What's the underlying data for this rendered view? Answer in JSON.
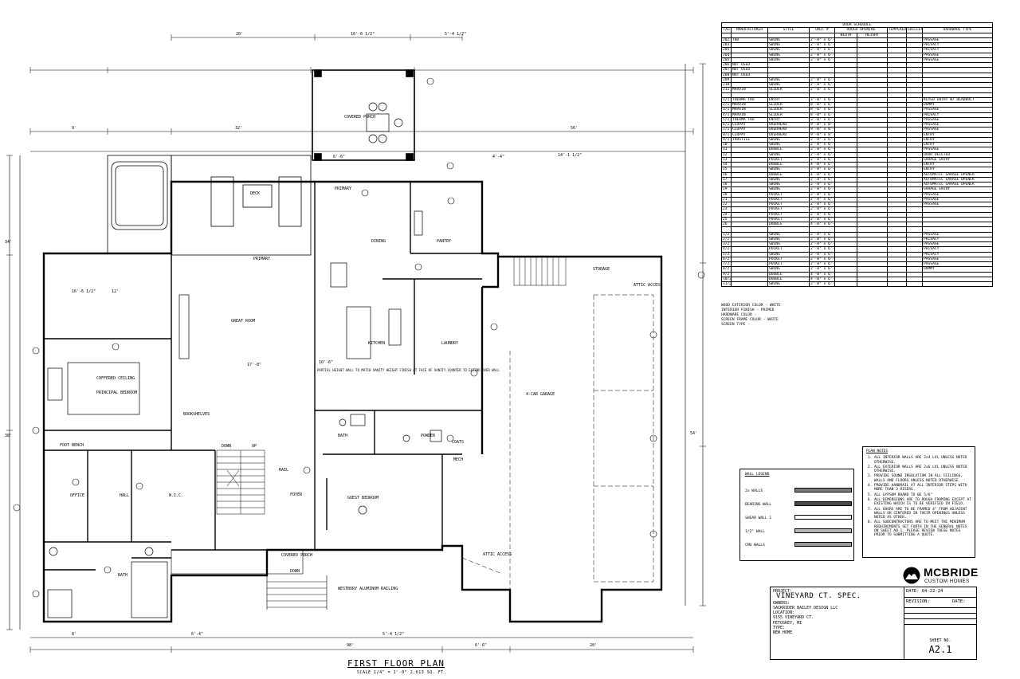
{
  "drawing": {
    "title": "FIRST FLOOR PLAN",
    "scale": "SCALE 1/4\" = 1'-0\"    2,613 SQ. FT."
  },
  "rooms": {
    "covered_porch_top": "COVERED PORCH",
    "deck": "DECK",
    "primary_top": "PRIMARY",
    "primary_mid": "PRIMARY",
    "dining": "DINING",
    "pantry": "PANTRY",
    "great_room": "GREAT ROOM",
    "kitchen": "KITCHEN",
    "laundry": "LAUNDRY",
    "storage": "STORAGE",
    "attic_access_1": "ATTIC ACCESS",
    "coffered_ceiling": "COFFERED CEILING",
    "principal_bedroom": "PRINCIPAL BEDROOM",
    "bookshelves": "BOOKSHELVES",
    "partial_wall_note": "PARTIAL HEIGHT WALL TO MATCH VANITY HEIGHT FINISH AT FACE OF VANITY COUNTER TO EXTEND OVER WALL",
    "garage": "4-CAR GARAGE",
    "foot_bench": "FOOT BENCH",
    "down_1": "DOWN",
    "up": "UP",
    "rail": "RAIL",
    "office": "OFFICE",
    "hall": "HALL",
    "wic": "W.I.C.",
    "foyer": "FOYER",
    "guest_bedroom": "GUEST BEDROOM",
    "bath_small": "BATH",
    "powder": "POWDER",
    "coats": "COATS",
    "mech": "MECH",
    "covered_porch_bottom": "COVERED PORCH",
    "down_2": "DOWN",
    "westbury": "WESTBURY ALUMINUM RAILING",
    "bath_bottom": "BATH",
    "attic_access_2": "ATTIC ACCESS"
  },
  "dimensions": {
    "top_20": "20'",
    "top_16": "16'-6 1/2\"",
    "top_5": "5'-4 1/2\"",
    "mid_9": "9'",
    "mid_32": "32'",
    "mid_14": "14'-1 1/2\"",
    "mid_56": "56'",
    "deck_6": "6'-6\"",
    "deck_4": "4'-4\"",
    "gr_17": "17'-8\"",
    "gr_10": "10'-6\"",
    "left_16": "16'-6 1/2\"",
    "left_12": "12'",
    "bot_98": "98'",
    "bot_8": "8'",
    "bot_6a": "6'-4\"",
    "bot_5": "5'-4 1/2\"",
    "bot_6b": "6'-6\"",
    "bot_28": "28'",
    "side_34": "34'",
    "side_38": "38'",
    "side_54": "54'"
  },
  "door_schedule": {
    "title": "DOOR SCHEDULE",
    "headers": {
      "tag": "TAG",
      "manufacturer": "MANUFACTURER",
      "style": "STYLE",
      "unit": "UNIT #",
      "rough_opening": "ROUGH OPENING",
      "width": "WIDTH",
      "height": "HEIGHT",
      "tempered": "TEMPERED",
      "grilles": "GRILLES",
      "hardware": "HARDWARE TYPE"
    },
    "rows": [
      {
        "tag": "202",
        "mfr": "TBD",
        "style": "SWING",
        "unit": "2'-8\" x 6'-8\"",
        "hw": "PASSAGE"
      },
      {
        "tag": "203",
        "mfr": "",
        "style": "SWING",
        "unit": "2'-8\" x 6'-8\"",
        "hw": "PRIVACY"
      },
      {
        "tag": "205",
        "mfr": "",
        "style": "SWING",
        "unit": "2'-8\" x 6'-8\"",
        "hw": "PRIVACY"
      },
      {
        "tag": "204",
        "mfr": "",
        "style": "SWING",
        "unit": "2'-8\" x 6'-8\"",
        "hw": "PASSAGE"
      },
      {
        "tag": "205",
        "mfr": "",
        "style": "SWING",
        "unit": "2'-8\" x 6'-8\"",
        "hw": "PASSAGE"
      },
      {
        "tag": "206",
        "mfr": "NOT USED",
        "style": "",
        "unit": "",
        "hw": ""
      },
      {
        "tag": "207",
        "mfr": "NOT USED",
        "style": "",
        "unit": "",
        "hw": ""
      },
      {
        "tag": "208",
        "mfr": "NOT USED",
        "style": "",
        "unit": "",
        "hw": ""
      },
      {
        "tag": "209",
        "mfr": "",
        "style": "SWING",
        "unit": "2'-8\" x 6'-8\"",
        "hw": ""
      },
      {
        "tag": "210",
        "mfr": "",
        "style": "SWING",
        "unit": "2'-8\" x 6'-8\"",
        "hw": ""
      },
      {
        "tag": "211",
        "mfr": "MARVIN",
        "style": "SLIDER",
        "unit": "2'-0\" x 6'-8\"",
        "hw": ""
      },
      {
        "tag": "",
        "mfr": "",
        "style": "",
        "unit": "",
        "hw": ""
      },
      {
        "tag": "1/1",
        "mfr": "THERMA TRU",
        "style": "ENTRY",
        "unit": "3'-0\" x 6'-8\"",
        "hw": "KEYED ENTRY W/ DEADBOLT"
      },
      {
        "tag": "2/1",
        "mfr": "MARVIN",
        "style": "SLIDER",
        "unit": "8'-0\" x 6'-8\"",
        "hw": "DUMMY"
      },
      {
        "tag": "3/1",
        "mfr": "MARVIN",
        "style": "SLIDER",
        "unit": "8'-0\" x 6'-8\"",
        "hw": "PASSAGE"
      },
      {
        "tag": "4/1",
        "mfr": "MARVIN",
        "style": "SLIDER",
        "unit": "8'-0\" x 6'-8\"",
        "hw": "PRIVACY"
      },
      {
        "tag": "5/1",
        "mfr": "THERMA TRU",
        "style": "ENTRY",
        "unit": "3'-0\" x 6'-8\"",
        "hw": "PASSAGE"
      },
      {
        "tag": "6/1",
        "mfr": "CLOPAY",
        "style": "OVERHEAD",
        "unit": "9'-0\" x 8'-0\"",
        "hw": "PASSAGE"
      },
      {
        "tag": "7/1",
        "mfr": "CLOPAY",
        "style": "OVERHEAD",
        "unit": "9'-0\" x 8'-0\"",
        "hw": "PASSAGE"
      },
      {
        "tag": "8/1",
        "mfr": "CLOPAY",
        "style": "OVERHEAD",
        "unit": "9'-0\" x 8'-0\"",
        "hw": "ENTRY"
      },
      {
        "tag": "9/1",
        "mfr": "TRUSTILE",
        "style": "SWING",
        "unit": "2'-8\" x 6'-8\"",
        "hw": "ENTRY"
      },
      {
        "tag": "10",
        "mfr": "",
        "style": "SWING",
        "unit": "2'-8\" x 6'-8\"",
        "hw": "ENTRY"
      },
      {
        "tag": "11",
        "mfr": "",
        "style": "DOUBLE",
        "unit": "2'-8\" x 6'-8\"",
        "hw": "PASSAGE"
      },
      {
        "tag": "12",
        "mfr": "",
        "style": "SWING",
        "unit": "2'-8\" x 6'-8\"",
        "hw": "DOOR DELETED"
      },
      {
        "tag": "13",
        "mfr": "",
        "style": "POCKET",
        "unit": "2'-8\" x 6'-8\"",
        "hw": "GARAGE ENTRY"
      },
      {
        "tag": "14",
        "mfr": "",
        "style": "DOUBLE",
        "unit": "4'-0\" x 6'-8\"",
        "hw": "ENTRY"
      },
      {
        "tag": "15",
        "mfr": "",
        "style": "SWING",
        "unit": "2'-8\" x 6'-8\"",
        "hw": "ENTRY"
      },
      {
        "tag": "16",
        "mfr": "",
        "style": "DOUBLE",
        "unit": "4'-0\" x 6'-8\"",
        "hw": "AUTOMATIC GARAGE OPENER"
      },
      {
        "tag": "17",
        "mfr": "",
        "style": "SWING",
        "unit": "2'-8\" x 6'-8\"",
        "hw": "AUTOMATIC GARAGE OPENER"
      },
      {
        "tag": "18",
        "mfr": "",
        "style": "SWING",
        "unit": "2'-8\" x 6'-8\"",
        "hw": "AUTOMATIC GARAGE OPENER"
      },
      {
        "tag": "19",
        "mfr": "",
        "style": "SWING",
        "unit": "2'-8\" x 6'-8\"",
        "hw": "GARAGE ENTRY"
      },
      {
        "tag": "20",
        "mfr": "",
        "style": "POCKET",
        "unit": "2'-8\" x 6'-8\"",
        "hw": "PASSAGE"
      },
      {
        "tag": "21",
        "mfr": "",
        "style": "POCKET",
        "unit": "2'-8\" x 6'-8\"",
        "hw": "PASSAGE"
      },
      {
        "tag": "22",
        "mfr": "",
        "style": "POCKET",
        "unit": "2'-8\" x 6'-8\"",
        "hw": "PASSAGE"
      },
      {
        "tag": "23",
        "mfr": "",
        "style": "POCKET",
        "unit": "2'-8\" x 6'-8\"",
        "hw": ""
      },
      {
        "tag": "24",
        "mfr": "",
        "style": "POCKET",
        "unit": "2'-8\" x 6'-8\"",
        "hw": ""
      },
      {
        "tag": "25",
        "mfr": "",
        "style": "POCKET",
        "unit": "2'-8\" x 6'-8\"",
        "hw": ""
      },
      {
        "tag": "26",
        "mfr": "",
        "style": "DOUBLE",
        "unit": "4'-0\" x 6'-8\"",
        "hw": ""
      },
      {
        "tag": "",
        "mfr": "",
        "style": "",
        "unit": "",
        "hw": ""
      },
      {
        "tag": "1/2",
        "mfr": "",
        "style": "SWING",
        "unit": "2'-8\" x 6'-8\"",
        "hw": "PASSAGE"
      },
      {
        "tag": "2/2",
        "mfr": "",
        "style": "SWING",
        "unit": "2'-8\" x 6'-8\"",
        "hw": "PRIVACY"
      },
      {
        "tag": "3/2",
        "mfr": "",
        "style": "SWING",
        "unit": "2'-8\" x 6'-8\"",
        "hw": "PASSAGE"
      },
      {
        "tag": "4/2",
        "mfr": "",
        "style": "POCKET",
        "unit": "2'-8\" x 6'-8\"",
        "hw": "PRIVACY"
      },
      {
        "tag": "5/2",
        "mfr": "",
        "style": "SWING",
        "unit": "2'-8\" x 6'-8\"",
        "hw": "PRIVACY"
      },
      {
        "tag": "6/2",
        "mfr": "",
        "style": "POCKET",
        "unit": "2'-8\" x 6'-8\"",
        "hw": "PASSAGE"
      },
      {
        "tag": "7/2",
        "mfr": "",
        "style": "POCKET",
        "unit": "2'-8\" x 6'-8\"",
        "hw": "PASSAGE"
      },
      {
        "tag": "8/2",
        "mfr": "",
        "style": "SWING",
        "unit": "2'-8\" x 6'-8\"",
        "hw": "DUMMY"
      },
      {
        "tag": "9/2",
        "mfr": "",
        "style": "DOUBLE",
        "unit": "4'-0\" x 6'-8\"",
        "hw": ""
      },
      {
        "tag": "10/2",
        "mfr": "",
        "style": "DOUBLE",
        "unit": "4'-0\" x 6'-8\"",
        "hw": ""
      },
      {
        "tag": "11/2",
        "mfr": "",
        "style": "SWING",
        "unit": "2'-8\" x 6'-8\"",
        "hw": ""
      }
    ]
  },
  "material_notes": [
    "WOOD EXTERIOR COLOR - WHITE",
    "INTERIOR FINISH - PRIMED",
    "HARDWARE COLOR -",
    "SCREEN FRAME COLOR - WHITE",
    "SCREEN TYPE -"
  ],
  "plan_notes": {
    "title": "PLAN NOTES",
    "items": [
      "ALL INTERIOR WALLS ARE 2x4 LVL UNLESS NOTED OTHERWISE.",
      "ALL EXTERIOR WALLS ARE 2x6 LVL UNLESS NOTED OTHERWISE.",
      "PROVIDE SOUND INSULATION IN ALL CEILINGS, WALLS AND FLOORS UNLESS NOTED OTHERWISE.",
      "PROVIDE HANDRAIL AT ALL INTERIOR STEPS WITH MORE THAN 3 RISERS.",
      "ALL GYPSUM BOARD TO BE 5/8\"",
      "ALL DIMENSIONS ARE TO ROUGH FRAMING EXCEPT AT EXISTING WHICH IS TO BE VERIFIED IN FIELD.",
      "ALL DOORS ARE TO BE FRAMED 4\" FROM ADJACENT WALLS OR CENTERED IN THEIR OPENINGS UNLESS NOTED AS OTHER.",
      "ALL SUBCONTRACTORS ARE TO MEET THE MINIMUM REQUIREMENTS SET FORTH IN THE GENERAL NOTES ON SHEET A0.1. PLEASE REVIEW THESE NOTES PRIOR TO SUBMITTING A QUOTE."
    ]
  },
  "wall_legend": {
    "title": "WALL LEGEND",
    "items": [
      {
        "label": "2x WALLS",
        "fill": "#7a7a7a"
      },
      {
        "label": "BEARING WALL",
        "fill": "#4a4a4a"
      },
      {
        "label": "SHEAR WALL 1",
        "fill": "#ffffff"
      },
      {
        "label": "1/2\" WALL",
        "fill": "#b5b5b5"
      },
      {
        "label": "CMU WALLS",
        "fill": "#9a9a9a"
      }
    ]
  },
  "logo": {
    "brand": "MCBRIDE",
    "sub": "CUSTOM HOMES"
  },
  "title_block": {
    "project_label": "PROJECT:",
    "project": "VINEYARD CT. SPEC.",
    "owners_label": "OWNERS:",
    "owners": "SACKRIDER BAILEY DESIGN LLC",
    "location_label": "LOCATION:",
    "address1": "9155 VINEYARD CT.",
    "address2": "PETOSKEY, MI",
    "type_label": "TYPE:",
    "type": "NEW HOME",
    "date_label": "DATE:",
    "date": "04-22-24",
    "revision_label": "REVISION:",
    "revision_date_label": "DATE:",
    "sheet_label": "SHEET NO.",
    "sheet_no": "A2.1"
  }
}
